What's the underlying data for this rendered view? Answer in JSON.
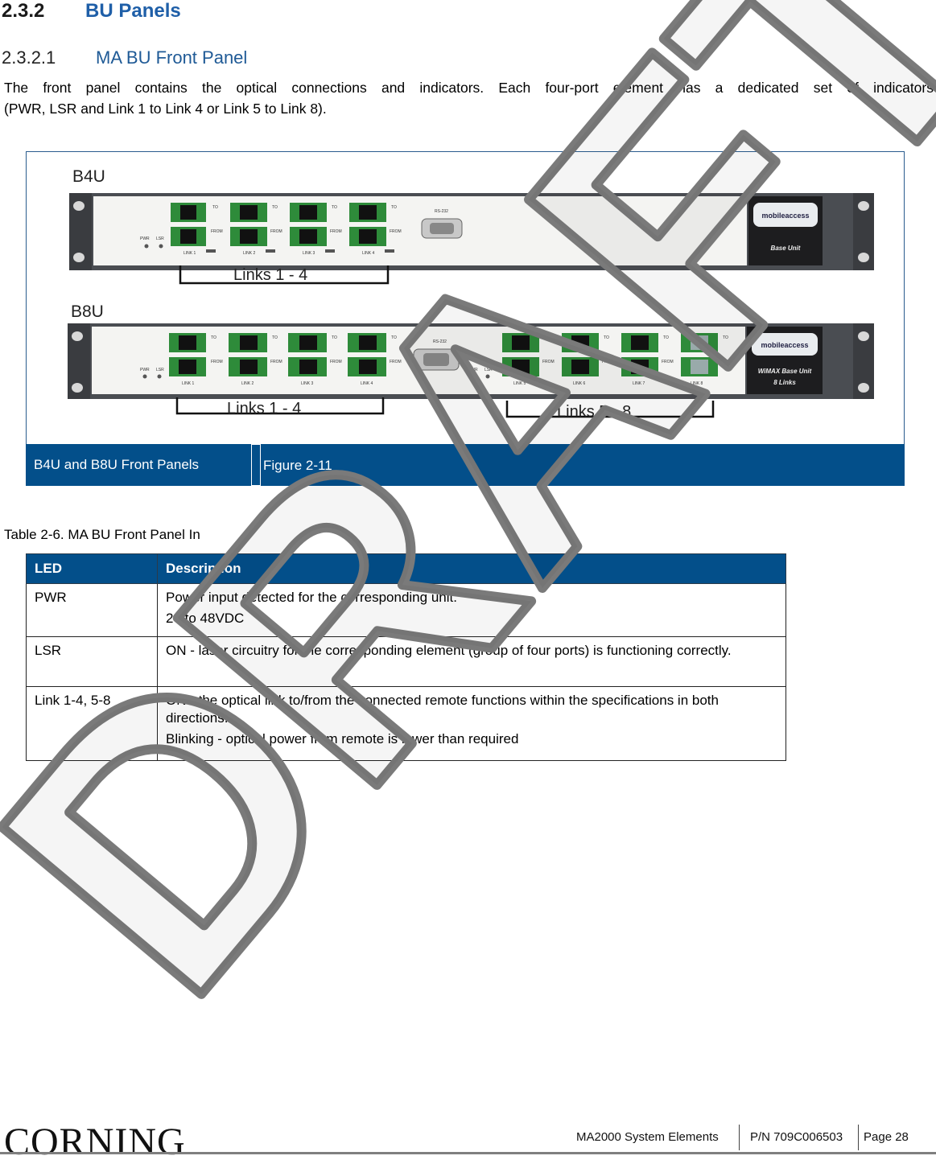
{
  "section": {
    "number": "2.3.2",
    "title": "BU Panels",
    "sub_number": "2.3.2.1",
    "sub_title": "MA BU Front Panel",
    "paragraph_line1": "The front panel contains the optical connections and indicators. Each four-port element has a dedicated set of indicators",
    "paragraph_line2": "(PWR, LSR and Link 1 to Link 4 or Link 5 to Link 8)."
  },
  "figure": {
    "label_b4u": "B4U",
    "label_b8u": "B8U",
    "b4u_bracket": "Links 1 - 4",
    "b8u_bracket1": "Links 1 - 4",
    "b8u_bracket2": "Links 5 - 8",
    "panel_text": {
      "rs232": "RS-232",
      "pwr": "PWR",
      "lsr": "LSR",
      "to": "TO",
      "from": "FROM",
      "links": [
        "LINK 1",
        "LINK 2",
        "LINK 3",
        "LINK 4",
        "LINK 5",
        "LINK 6",
        "LINK 7",
        "LINK 8"
      ],
      "logo": "mobileaccess",
      "b4u_unit": "Base Unit",
      "b8u_unit": "WiMAX  Base Unit",
      "b8u_unit2": "8 Links"
    },
    "caption": "B4U and B8U Front Panels",
    "figure_number": "Figure 2-11"
  },
  "table": {
    "title": "Table 2-6. MA BU Front Panel In",
    "headers": [
      "LED",
      "Description"
    ],
    "rows": [
      {
        "led": "PWR",
        "desc": [
          "Power input detected for the corresponding unit.",
          "20 to 48VDC"
        ]
      },
      {
        "led": "LSR",
        "desc": [
          "ON - laser circuitry for the corresponding element (group of four ports) is functioning correctly."
        ]
      },
      {
        "led": "Link 1-4, 5-8",
        "desc": [
          "ON - the optical link to/from the connected remote functions within the specifications in both directions.",
          "Blinking - optical power from remote is lower than required"
        ]
      }
    ]
  },
  "watermark": "DRAFT",
  "footer": {
    "logo": "CORNING",
    "doc": "MA2000 System Elements",
    "pn": "P/N 709C006503",
    "page": "Page 28"
  }
}
